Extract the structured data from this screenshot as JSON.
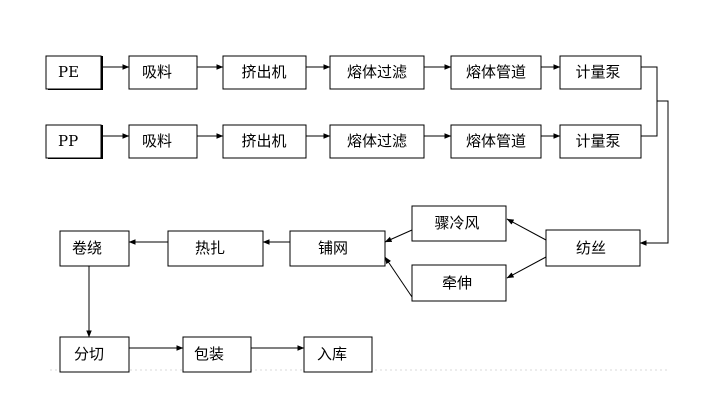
{
  "diagram": {
    "nodes": {
      "pe": "PE",
      "pe_absorb": "吸料",
      "pe_extruder": "挤出机",
      "pe_filter": "熔体过滤",
      "pe_pipe": "熔体管道",
      "pe_pump": "计量泵",
      "pp": "PP",
      "pp_absorb": "吸料",
      "pp_extruder": "挤出机",
      "pp_filter": "熔体过滤",
      "pp_pipe": "熔体管道",
      "pp_pump": "计量泵",
      "spinning": "纺丝",
      "quench_air": "骤冷风",
      "drawing": "牵伸",
      "web_laying": "铺网",
      "hot_rolling": "热扎",
      "winding": "卷绕",
      "cutting": "分切",
      "packing": "包装",
      "storage": "入库"
    },
    "edges": [
      [
        "pe",
        "pe_absorb"
      ],
      [
        "pe_absorb",
        "pe_extruder"
      ],
      [
        "pe_extruder",
        "pe_filter"
      ],
      [
        "pe_filter",
        "pe_pipe"
      ],
      [
        "pe_pipe",
        "pe_pump"
      ],
      [
        "pp",
        "pp_absorb"
      ],
      [
        "pp_absorb",
        "pp_extruder"
      ],
      [
        "pp_extruder",
        "pp_filter"
      ],
      [
        "pp_filter",
        "pp_pipe"
      ],
      [
        "pp_pipe",
        "pp_pump"
      ],
      [
        "pe_pump",
        "spinning"
      ],
      [
        "pp_pump",
        "spinning"
      ],
      [
        "spinning",
        "quench_air"
      ],
      [
        "spinning",
        "drawing"
      ],
      [
        "quench_air",
        "web_laying"
      ],
      [
        "drawing",
        "web_laying"
      ],
      [
        "web_laying",
        "hot_rolling"
      ],
      [
        "hot_rolling",
        "winding"
      ],
      [
        "winding",
        "cutting"
      ],
      [
        "cutting",
        "packing"
      ],
      [
        "packing",
        "storage"
      ]
    ]
  }
}
